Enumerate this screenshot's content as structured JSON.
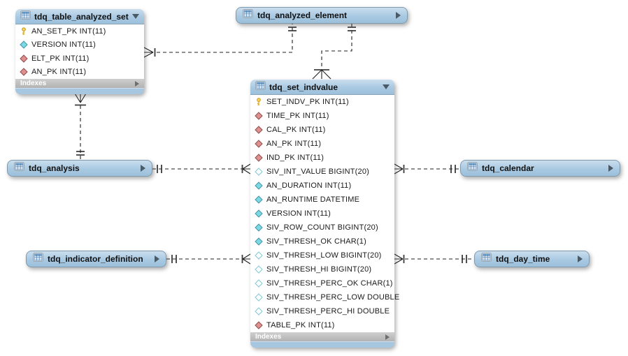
{
  "diagram": {
    "tool": "EER diagram canvas",
    "colors": {
      "table_header_blue": "#a9c9e2",
      "table_body": "#ffffff",
      "indexes_bar_gray": "#b3b3b3",
      "primary_key_gold": "#ffd95e",
      "foreign_key_red": "#e08f8f",
      "column_cyan": "#7cd8e5",
      "relationship_line": "#1f1f1f"
    },
    "legend": {
      "key": "primary-key-icon",
      "fk": "foreign-key-diamond-red-icon",
      "col": "not-null-column-diamond-cyan-icon",
      "colnull": "nullable-column-diamond-outline-icon"
    },
    "tables": [
      {
        "id": "tdq_table_analyzed_set",
        "name": "tdq_table_analyzed_set",
        "collapsed": false,
        "footer": "Indexes",
        "columns": [
          {
            "icon": "key",
            "label": "AN_SET_PK INT(11)"
          },
          {
            "icon": "col",
            "label": "VERSION INT(11)"
          },
          {
            "icon": "fk",
            "label": "ELT_PK INT(11)"
          },
          {
            "icon": "fk",
            "label": "AN_PK INT(11)"
          }
        ]
      },
      {
        "id": "tdq_analyzed_element",
        "name": "tdq_analyzed_element",
        "collapsed": true
      },
      {
        "id": "tdq_set_indvalue",
        "name": "tdq_set_indvalue",
        "collapsed": false,
        "footer": "Indexes",
        "columns": [
          {
            "icon": "key",
            "label": "SET_INDV_PK INT(11)"
          },
          {
            "icon": "fk",
            "label": "TIME_PK INT(11)"
          },
          {
            "icon": "fk",
            "label": "CAL_PK INT(11)"
          },
          {
            "icon": "fk",
            "label": "AN_PK INT(11)"
          },
          {
            "icon": "fk",
            "label": "IND_PK INT(11)"
          },
          {
            "icon": "colnull",
            "label": "SIV_INT_VALUE BIGINT(20)"
          },
          {
            "icon": "col",
            "label": "AN_DURATION INT(11)"
          },
          {
            "icon": "col",
            "label": "AN_RUNTIME DATETIME"
          },
          {
            "icon": "col",
            "label": "VERSION INT(11)"
          },
          {
            "icon": "col",
            "label": "SIV_ROW_COUNT BIGINT(20)"
          },
          {
            "icon": "col",
            "label": "SIV_THRESH_OK CHAR(1)"
          },
          {
            "icon": "colnull",
            "label": "SIV_THRESH_LOW BIGINT(20)"
          },
          {
            "icon": "colnull",
            "label": "SIV_THRESH_HI BIGINT(20)"
          },
          {
            "icon": "colnull",
            "label": "SIV_THRESH_PERC_OK CHAR(1)"
          },
          {
            "icon": "colnull",
            "label": "SIV_THRESH_PERC_LOW DOUBLE"
          },
          {
            "icon": "colnull",
            "label": "SIV_THRESH_PERC_HI DOUBLE"
          },
          {
            "icon": "fk",
            "label": "TABLE_PK INT(11)"
          }
        ]
      },
      {
        "id": "tdq_analysis",
        "name": "tdq_analysis",
        "collapsed": true
      },
      {
        "id": "tdq_calendar",
        "name": "tdq_calendar",
        "collapsed": true
      },
      {
        "id": "tdq_indicator_definition",
        "name": "tdq_indicator_definition",
        "collapsed": true
      },
      {
        "id": "tdq_day_time",
        "name": "tdq_day_time",
        "collapsed": true
      }
    ],
    "relationships": [
      {
        "one": "tdq_analyzed_element",
        "many": "tdq_table_analyzed_set",
        "style": "dashed"
      },
      {
        "one": "tdq_analyzed_element",
        "many": "tdq_set_indvalue",
        "style": "dashed"
      },
      {
        "one": "tdq_analysis",
        "many": "tdq_table_analyzed_set",
        "style": "dashed"
      },
      {
        "one": "tdq_analysis",
        "many": "tdq_set_indvalue",
        "style": "dashed"
      },
      {
        "one": "tdq_calendar",
        "many": "tdq_set_indvalue",
        "style": "dashed"
      },
      {
        "one": "tdq_indicator_definition",
        "many": "tdq_set_indvalue",
        "style": "dashed"
      },
      {
        "one": "tdq_day_time",
        "many": "tdq_set_indvalue",
        "style": "dashed"
      }
    ]
  }
}
